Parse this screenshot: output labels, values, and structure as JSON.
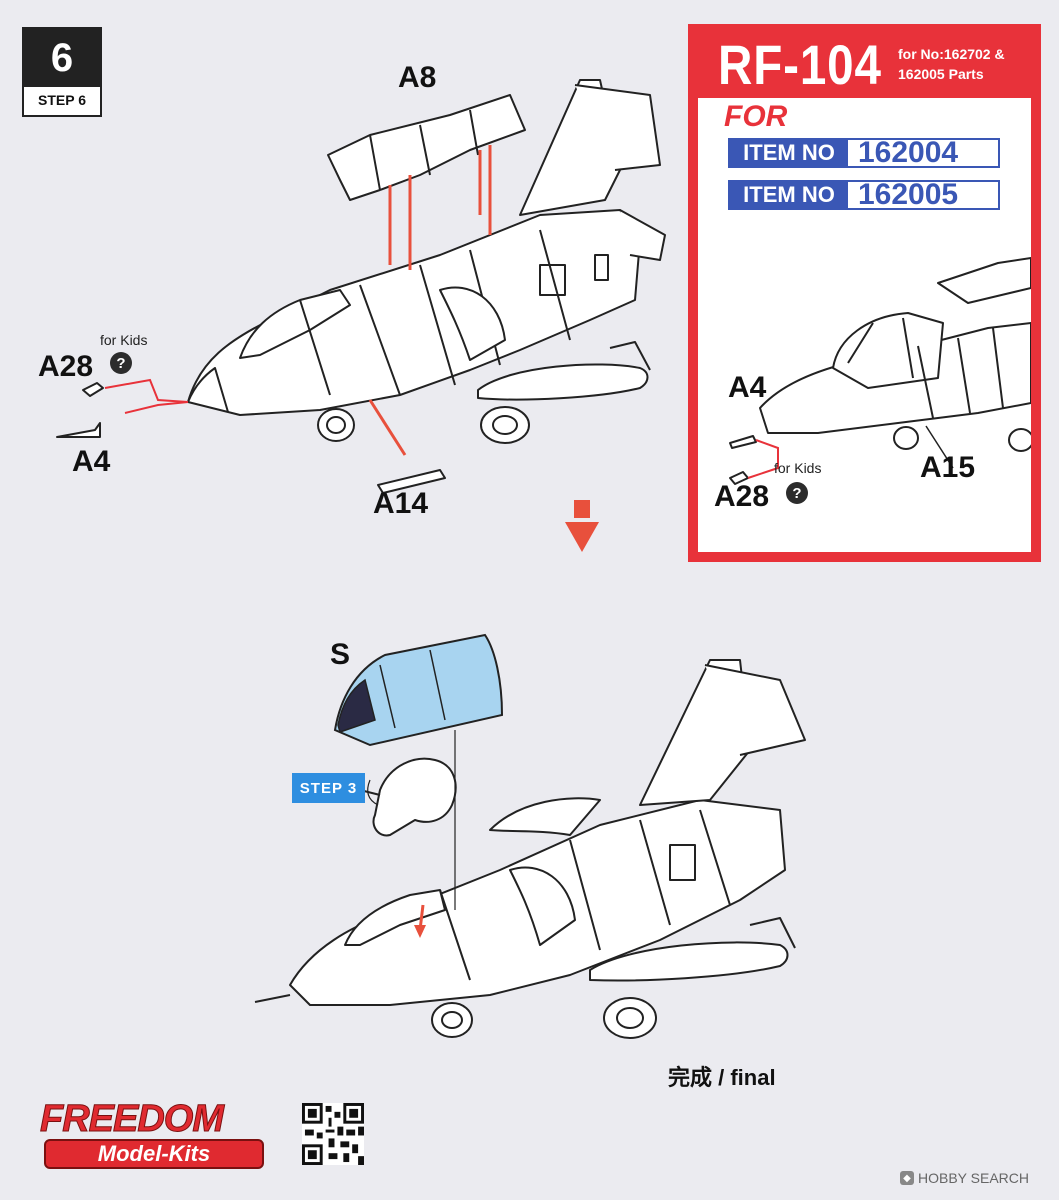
{
  "step": {
    "number": "6",
    "label": "STEP 6"
  },
  "top_assembly": {
    "parts": {
      "a8": "A8",
      "a28": "A28",
      "a4": "A4",
      "a14": "A14",
      "kids_note": "for Kids",
      "question": "?"
    }
  },
  "rf104_panel": {
    "title": "RF-104",
    "subtitle_line1": "for No:162702 &",
    "subtitle_line2": "162005 Parts",
    "for_label": "FOR",
    "items": [
      {
        "key": "ITEM NO",
        "value": "162004"
      },
      {
        "key": "ITEM NO",
        "value": "162005"
      }
    ],
    "parts": {
      "a4": "A4",
      "a28": "A28",
      "a15": "A15",
      "kids_note": "for Kids",
      "question": "?"
    }
  },
  "bottom_assembly": {
    "canopy_label": "S",
    "step_ref": "STEP 3",
    "final_label": "完成 / final"
  },
  "brand": {
    "top": "FREEDOM",
    "bottom": "Model-Kits",
    "watermark": "HOBBY SEARCH"
  },
  "colors": {
    "panel_red": "#e8323a",
    "item_blue": "#3a57b5",
    "step_blue": "#2e8ee0",
    "arrow_red": "#e8503c",
    "canopy_blue": "#a8d4f0"
  }
}
